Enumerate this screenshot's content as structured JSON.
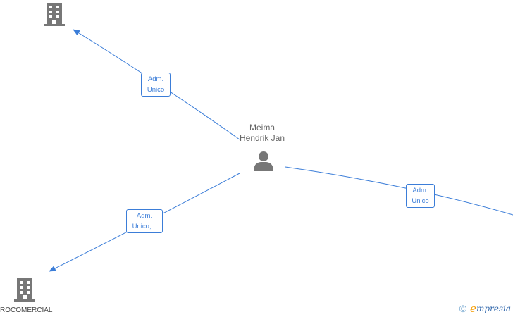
{
  "center_person": {
    "name_line1": "Meima",
    "name_line2": "Hendrik Jan"
  },
  "companies": {
    "bottom_left_name": "ROCOMERCIAL"
  },
  "edges": {
    "top_left": {
      "line1": "Adm.",
      "line2": "Unico"
    },
    "bottom_left": {
      "line1": "Adm.",
      "line2": "Unico,..."
    },
    "right": {
      "line1": "Adm.",
      "line2": "Unico"
    }
  },
  "watermark": {
    "copyright_symbol": "©",
    "brand_first": "e",
    "brand_rest": "mpresia"
  },
  "colors": {
    "edge": "#3b7dd8",
    "icon": "#777777"
  }
}
